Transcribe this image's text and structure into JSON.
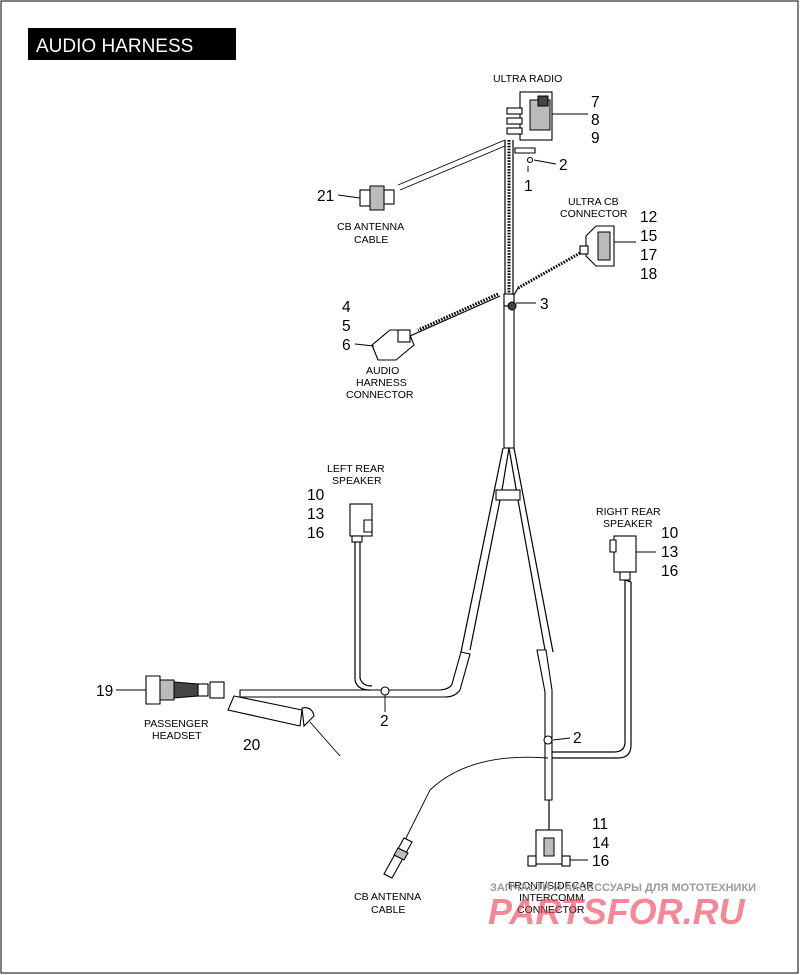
{
  "title": "AUDIO HARNESS",
  "labels": {
    "ultra_radio": "ULTRA RADIO",
    "ultra_cb_connector": [
      "ULTRA CB",
      "CONNECTOR"
    ],
    "cb_antenna_cable_top": [
      "CB ANTENNA",
      "CABLE"
    ],
    "audio_harness_connector": [
      "AUDIO",
      "HARNESS",
      "CONNECTOR"
    ],
    "left_rear_speaker": [
      "LEFT REAR",
      "SPEAKER"
    ],
    "right_rear_speaker": [
      "RIGHT REAR",
      "SPEAKER"
    ],
    "passenger_headset": [
      "PASSENGER",
      "HEADSET"
    ],
    "cb_antenna_cable_bottom": [
      "CB ANTENNA",
      "CABLE"
    ],
    "front_sidecar_intercomm_connector": [
      "FRONT/SIDECAR",
      "INTERCOMM",
      "CONNECTOR"
    ]
  },
  "callouts": {
    "radio": [
      "7",
      "8",
      "9"
    ],
    "radio_screw": "2",
    "radio_bracket": "1",
    "cb_antenna_top": "21",
    "cb_connector": [
      "12",
      "15",
      "17",
      "18"
    ],
    "clip_top": "3",
    "audio_connector": [
      "4",
      "5",
      "6"
    ],
    "left_speaker": [
      "10",
      "13",
      "16"
    ],
    "right_speaker": [
      "10",
      "13",
      "16"
    ],
    "headset": "19",
    "headset_cover": "20",
    "clip_left": "2",
    "clip_right": "2",
    "intercomm": [
      "11",
      "14",
      "16"
    ]
  },
  "watermark": {
    "top": "ЗАПЧАСТИ И АКСЕССУАРЫ ДЛЯ МОТОТЕХНИКИ",
    "brand": "PARTSFOR.RU"
  }
}
